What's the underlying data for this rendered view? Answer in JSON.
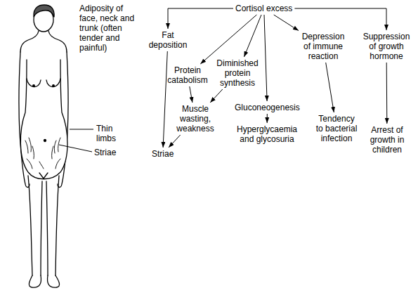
{
  "diagram": {
    "nodes": [
      {
        "text": [
          "Cortisol excess"
        ]
      },
      {
        "text": [
          "Fat deposition"
        ]
      },
      {
        "text": [
          "Protein catabolism"
        ]
      },
      {
        "text": [
          "Diminished protein synthesis"
        ]
      },
      {
        "text": [
          "Depression of immune reaction"
        ]
      },
      {
        "text": [
          "Suppression of growth hormone"
        ]
      },
      {
        "text": [
          "Muscle wasting, weakness"
        ]
      },
      {
        "text": [
          "Gluconeogenesis"
        ]
      },
      {
        "text": [
          "Tendency to bacterial infection"
        ]
      },
      {
        "text": [
          "Hyperglycaemia and glycosuria"
        ]
      },
      {
        "text": [
          "Striae"
        ]
      },
      {
        "text": [
          "Arrest of growth in children"
        ]
      }
    ],
    "edges": [
      {
        "from": 0,
        "to": 1,
        "arrow": "to"
      },
      {
        "from": 0,
        "to": 2,
        "arrow": "to"
      },
      {
        "from": 0,
        "to": 3,
        "arrow": "to"
      },
      {
        "from": 0,
        "to": 7,
        "arrow": "to"
      },
      {
        "from": 0,
        "to": 4,
        "arrow": "to"
      },
      {
        "from": 0,
        "to": 5,
        "arrow": "to"
      },
      {
        "from": 1,
        "to": 10,
        "arrow": "to"
      },
      {
        "from": 2,
        "to": 6,
        "arrow": "to"
      },
      {
        "from": 3,
        "to": 6,
        "arrow": "to"
      },
      {
        "from": 6,
        "to": 10,
        "arrow": "to"
      },
      {
        "from": 7,
        "to": 9,
        "arrow": "to"
      },
      {
        "from": 4,
        "to": 8,
        "arrow": "to"
      },
      {
        "from": 5,
        "to": 11,
        "arrow": "to"
      }
    ],
    "labels": [
      "Adiposity of face, neck and trunk (often tender and painful)",
      "Thin limbs",
      "Striae"
    ]
  }
}
